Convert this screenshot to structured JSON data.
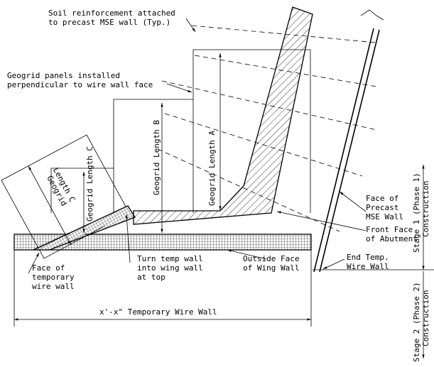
{
  "labels": {
    "soil_reinforcement": [
      "Soil reinforcement attached",
      "to precast MSE wall (Typ.)"
    ],
    "geogrid_panels": [
      "Geogrid panels installed",
      "perpendicular to wire wall face"
    ],
    "face_precast_mse": [
      "Face of",
      "Precast",
      "MSE Wall"
    ],
    "front_face_abutment": [
      "Front Face",
      "of Abutment"
    ],
    "end_temp_wire_wall": [
      "End Temp.",
      "Wire Wall"
    ],
    "outside_face_wing_wall": [
      "Outside Face",
      "of Wing Wall"
    ],
    "turn_temp_wall": [
      "Turn temp wall",
      "into wing wall",
      "at top"
    ],
    "face_temporary_wire_wall": [
      "Face of",
      "temporary",
      "wire wall"
    ],
    "temporary_wire_wall_dim": "x'-x\" Temporary Wire Wall",
    "geogrid_length_a": "Geogrid Length A",
    "geogrid_length_b": "Geogrid Length B",
    "geogrid_length_c": "Geogrid Length C",
    "geogrid_length_c_rotated": [
      "Geogrid",
      "Length C"
    ],
    "stage1": [
      "Stage 1 (Phase 1)",
      "Construction"
    ],
    "stage2": [
      "Stage 2 (Phase 2)",
      "Construction"
    ]
  }
}
